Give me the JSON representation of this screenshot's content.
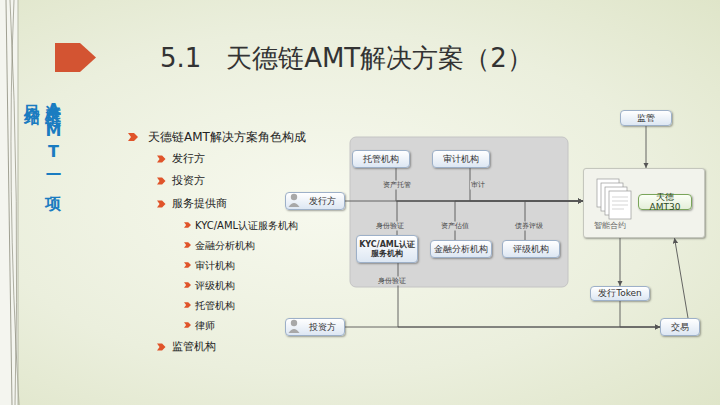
{
  "diagram": {
    "title": "5.1   天德链AMT解决方案（2）",
    "nodes": [
      {
        "text": [
          "监管"
        ]
      },
      {
        "text": [
          "托管机构"
        ]
      },
      {
        "text": [
          "审计机构"
        ]
      },
      {
        "text": [
          "发行方"
        ]
      },
      {
        "text": [
          "KYC/AML认证服务机构"
        ]
      },
      {
        "text": [
          "金融分析机构"
        ]
      },
      {
        "text": [
          "评级机构"
        ]
      },
      {
        "text": [
          "智能合约"
        ]
      },
      {
        "text": [
          "天德AMT30"
        ],
        "in": 7
      },
      {
        "text": [
          "发行Token"
        ]
      },
      {
        "text": [
          "投资方"
        ]
      },
      {
        "text": [
          "交易"
        ]
      }
    ],
    "edges": [
      {
        "from": 0,
        "to": 7,
        "arrow": "to"
      },
      {
        "from": 3,
        "to": 7,
        "arrow": "to"
      },
      {
        "from": 1,
        "to": 7,
        "label": "资产托管",
        "arrow": "to"
      },
      {
        "from": 2,
        "to": 7,
        "label": "审计",
        "arrow": "to"
      },
      {
        "from": 4,
        "to": 7,
        "label": "身份验证",
        "arrow": "to"
      },
      {
        "from": 5,
        "to": 7,
        "label": "资产估值",
        "arrow": "to"
      },
      {
        "from": 6,
        "to": 7,
        "label": "债券评级",
        "arrow": "to"
      },
      {
        "from": 10,
        "to": 11,
        "arrow": "to"
      },
      {
        "from": 4,
        "to": 11,
        "label": "身份验证",
        "arrow": "to"
      },
      {
        "from": 7,
        "to": 9,
        "arrow": "to"
      },
      {
        "from": 9,
        "to": 11,
        "arrow": "to"
      },
      {
        "from": 11,
        "to": 7,
        "arrow": "to"
      }
    ],
    "labels": [
      "资产上链AMT—项",
      "目介绍",
      "天德链AMT解决方案角色构成",
      "发行方",
      "投资方",
      "服务提供商",
      "KYC/AML认证服务机构",
      "金融分析机构",
      "审计机构",
      "评级机构",
      "托管机构",
      "律师",
      "监管机构"
    ]
  }
}
